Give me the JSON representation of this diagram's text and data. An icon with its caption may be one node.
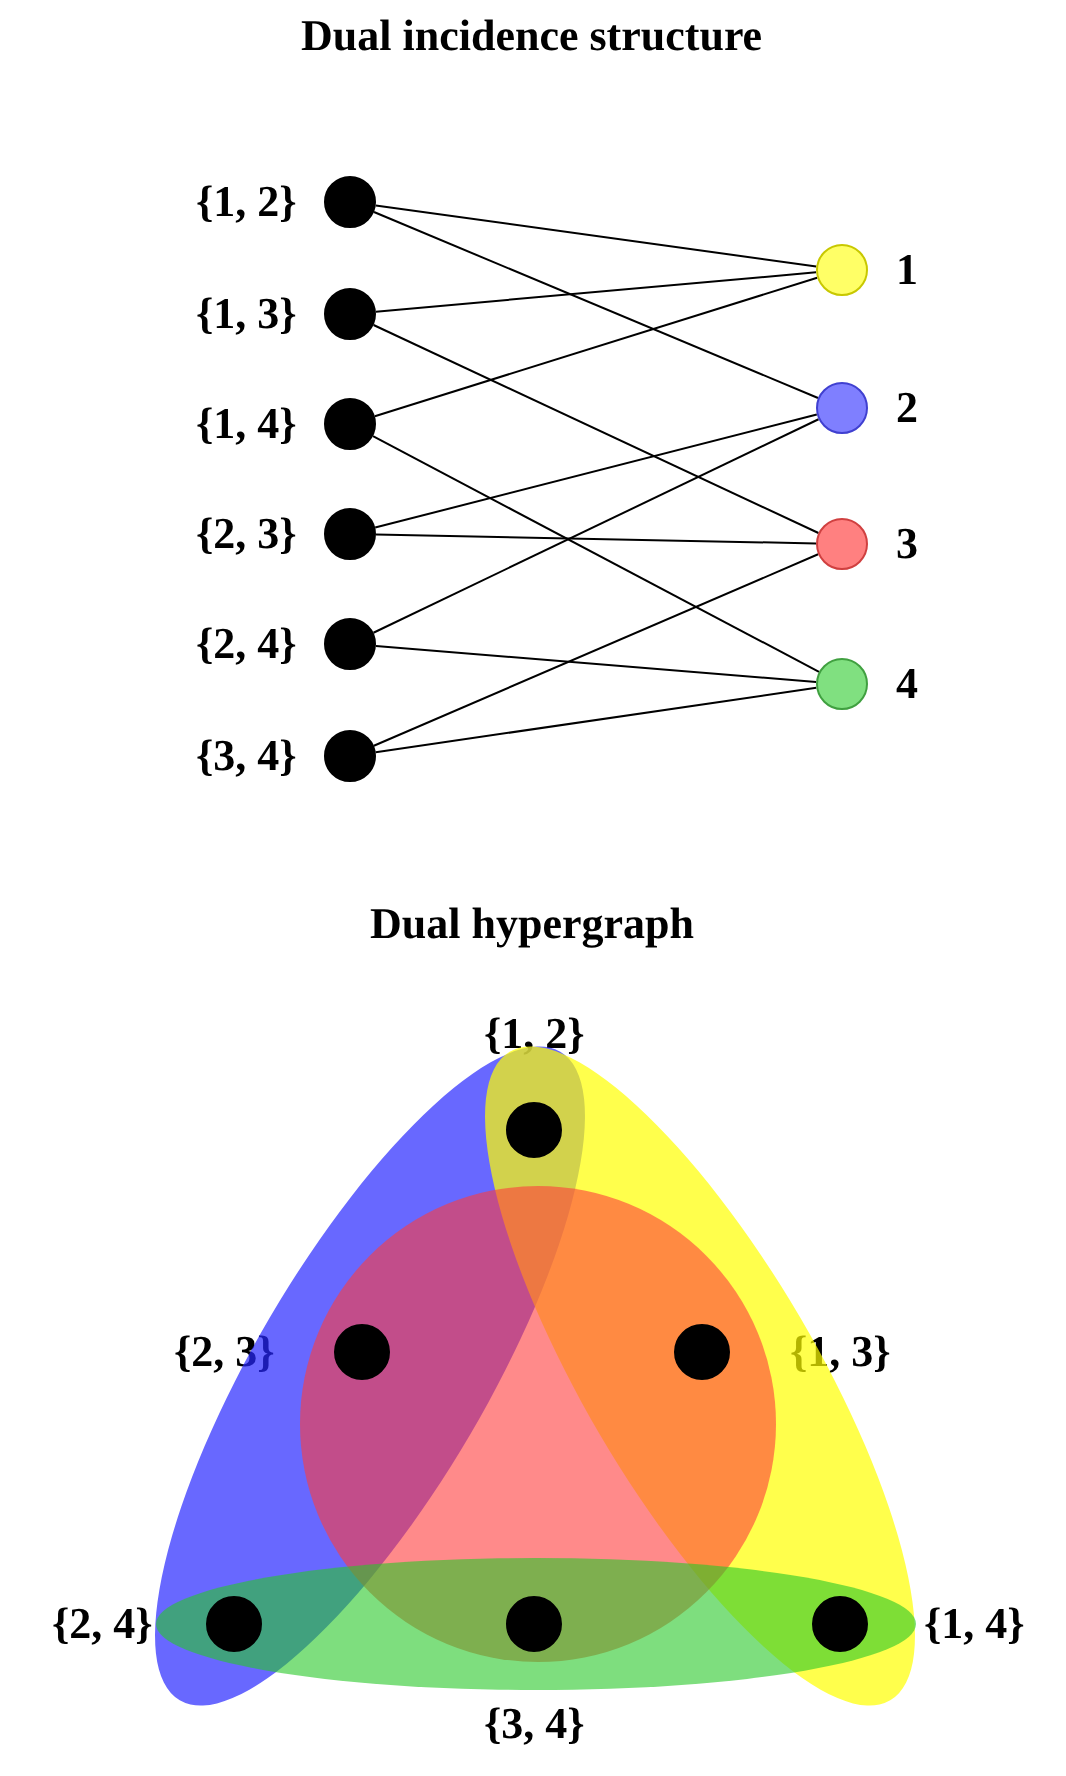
{
  "diagram": {
    "title": "Dual incidence structure",
    "nodes": [
      {
        "text": [],
        "shape": "circle",
        "beside": [
          "{1, 2}"
        ]
      },
      {
        "text": [],
        "shape": "circle",
        "beside": [
          "{1, 3}"
        ]
      },
      {
        "text": [],
        "shape": "circle",
        "beside": [
          "{1, 4}"
        ]
      },
      {
        "text": [],
        "shape": "circle",
        "beside": [
          "{2, 3}"
        ]
      },
      {
        "text": [],
        "shape": "circle",
        "beside": [
          "{2, 4}"
        ]
      },
      {
        "text": [],
        "shape": "circle",
        "beside": [
          "{3, 4}"
        ]
      },
      {
        "text": [],
        "shape": "circle",
        "beside": [
          "1"
        ]
      },
      {
        "text": [],
        "shape": "circle",
        "beside": [
          "2"
        ]
      },
      {
        "text": [],
        "shape": "circle",
        "beside": [
          "3"
        ]
      },
      {
        "text": [],
        "shape": "circle",
        "beside": [
          "4"
        ]
      },
      {
        "text": [],
        "shape": "ellipse"
      },
      {
        "text": [],
        "shape": "ellipse"
      },
      {
        "text": [],
        "shape": "circle"
      },
      {
        "text": [],
        "shape": "ellipse"
      },
      {
        "text": [],
        "shape": "circle"
      },
      {
        "text": [],
        "shape": "circle"
      },
      {
        "text": [],
        "shape": "circle"
      },
      {
        "text": [],
        "shape": "circle"
      },
      {
        "text": [],
        "shape": "circle"
      },
      {
        "text": [],
        "shape": "circle"
      }
    ],
    "edges": [
      {
        "from": 0,
        "to": 6,
        "arrow": "none"
      },
      {
        "from": 0,
        "to": 7,
        "arrow": "none"
      },
      {
        "from": 1,
        "to": 6,
        "arrow": "none"
      },
      {
        "from": 1,
        "to": 8,
        "arrow": "none"
      },
      {
        "from": 2,
        "to": 6,
        "arrow": "none"
      },
      {
        "from": 2,
        "to": 9,
        "arrow": "none"
      },
      {
        "from": 3,
        "to": 7,
        "arrow": "none"
      },
      {
        "from": 3,
        "to": 8,
        "arrow": "none"
      },
      {
        "from": 4,
        "to": 7,
        "arrow": "none"
      },
      {
        "from": 4,
        "to": 9,
        "arrow": "none"
      },
      {
        "from": 5,
        "to": 8,
        "arrow": "none"
      },
      {
        "from": 5,
        "to": 9,
        "arrow": "none"
      }
    ],
    "labels": [
      "Dual hypergraph",
      "{1, 2}",
      "{2, 3}",
      "{1, 3}",
      "{2, 4}",
      "{1, 4}",
      "{3, 4}"
    ]
  }
}
